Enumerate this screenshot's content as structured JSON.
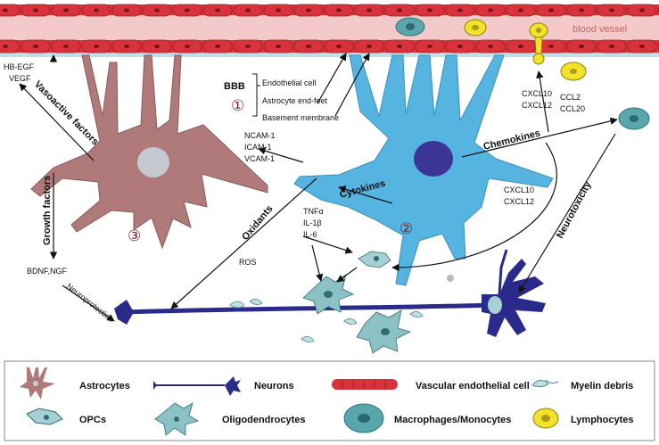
{
  "colors": {
    "vessel": "#d8333b",
    "vessel_band": "#f4c9c9",
    "astro_bbb": "#56b4e0",
    "astro_left": "#b07a7a",
    "neuron": "#2a2a8a",
    "opc": "#a7d0d4",
    "lymph": "#f3e229"
  },
  "vessel": {
    "label": "blood vessel"
  },
  "bbb": {
    "title": "BBB",
    "items": [
      "Endothelial cell",
      "Astrocyte end-feet",
      "Basement membrane"
    ]
  },
  "left_factors": {
    "hbegf": "HB-EGF",
    "vegf": "VEGF",
    "vasoactive": "Vasoactive factors",
    "growth": "Growth factors",
    "bdnf": "BDNF,NGF",
    "neuroprotection": "Neuroprotection"
  },
  "adhesion": [
    "NCAM-1",
    "ICAM-1",
    "VCAM-1"
  ],
  "chemokines": {
    "label": "Chemokines",
    "col1": [
      "CXCL10",
      "CXCL12"
    ],
    "col2": [
      "CCL2",
      "CCL20"
    ],
    "lower": [
      "CXCL10",
      "CXCL12"
    ]
  },
  "cytokines": {
    "label": "Cytokines",
    "list": [
      "TNFα",
      "IL-1β",
      "IL-6"
    ]
  },
  "oxidants": {
    "label": "Oxidants",
    "ros": "ROS"
  },
  "neurotoxicity": {
    "label": "Neurotoxicity"
  },
  "numbers": {
    "one": "①",
    "two": "②",
    "three": "③"
  },
  "legend": {
    "astrocytes": "Astrocytes",
    "neurons": "Neurons",
    "vascular": "Vascular endothelial cell",
    "myelin": "Myelin debris",
    "opcs": "OPCs",
    "oligo": "Oligodendrocytes",
    "macro": "Macrophages/Monocytes",
    "lymph": "Lymphocytes"
  }
}
